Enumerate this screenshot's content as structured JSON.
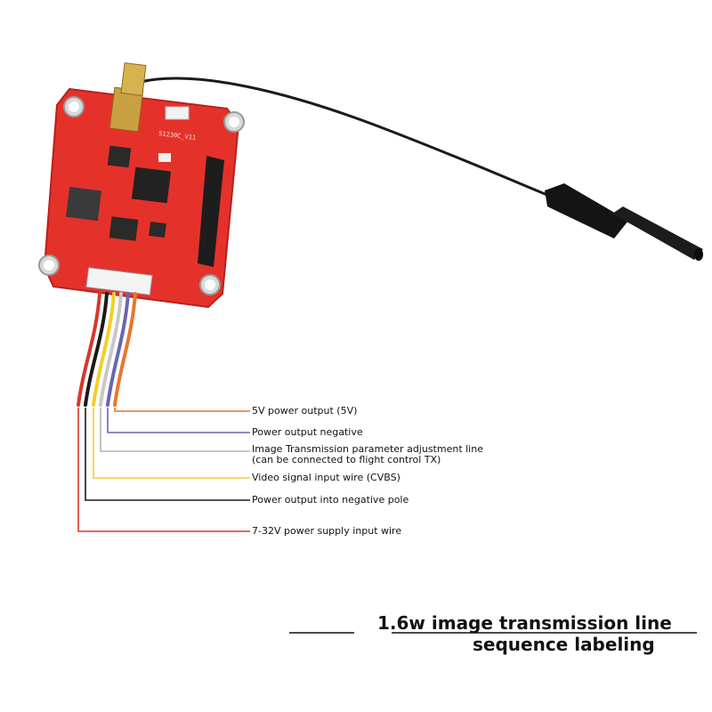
{
  "board": {
    "silkscreen": "S1230C_V11"
  },
  "wires": [
    {
      "label": "5V power output (5V)",
      "color": "#e8762d"
    },
    {
      "label": "Power output negative",
      "color": "#6b66b0"
    },
    {
      "label": "Image Transmission parameter adjustment line",
      "label2": "(can be connected to flight control TX)",
      "color": "#c8c8c8"
    },
    {
      "label": "Video signal input wire (CVBS)",
      "color": "#f2cf2a"
    },
    {
      "label": "Power output into negative pole",
      "color": "#1a1a1a"
    },
    {
      "label": "7-32V power supply input wire",
      "color": "#d9362b"
    }
  ],
  "caption": {
    "line1": "1.6w image transmission line",
    "line2": "sequence labeling"
  }
}
